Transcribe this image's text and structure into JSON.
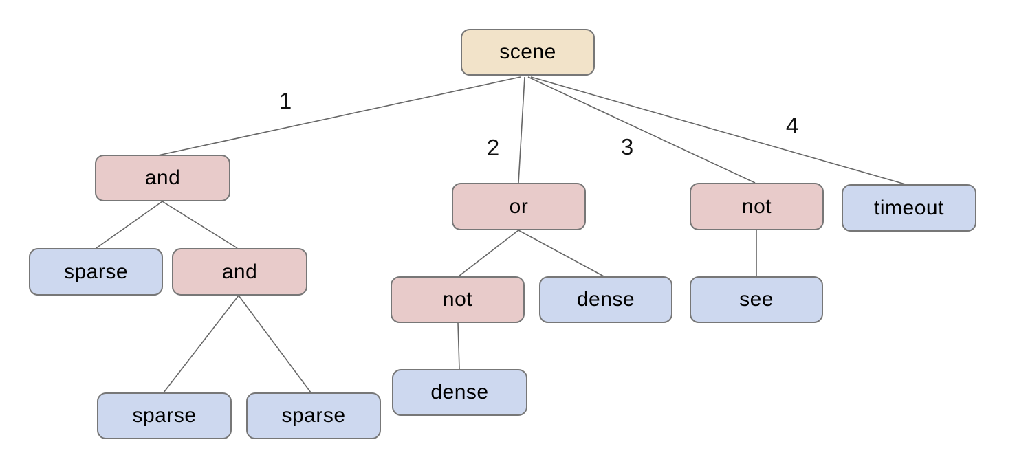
{
  "nodes": {
    "scene": "scene",
    "and1": "and",
    "sparse1": "sparse",
    "and2": "and",
    "sparse2": "sparse",
    "sparse3": "sparse",
    "or1": "or",
    "not1": "not",
    "dense1": "dense",
    "dense2": "dense",
    "not2": "not",
    "see1": "see",
    "timeout1": "timeout"
  },
  "edge_labels": {
    "e1": "1",
    "e2": "2",
    "e3": "3",
    "e4": "4"
  },
  "colors": {
    "root_fill": "#f2e3c9",
    "operator_fill": "#e8cbca",
    "leaf_fill": "#cdd8ef",
    "node_border": "#777777",
    "edge_line": "#666666",
    "text": "#000000"
  },
  "tree": {
    "label": "scene",
    "children": [
      {
        "edge": "1",
        "label": "and",
        "children": [
          {
            "label": "sparse"
          },
          {
            "label": "and",
            "children": [
              {
                "label": "sparse"
              },
              {
                "label": "sparse"
              }
            ]
          }
        ]
      },
      {
        "edge": "2",
        "label": "or",
        "children": [
          {
            "label": "not",
            "children": [
              {
                "label": "dense"
              }
            ]
          },
          {
            "label": "dense"
          }
        ]
      },
      {
        "edge": "3",
        "label": "not",
        "children": [
          {
            "label": "see"
          }
        ]
      },
      {
        "edge": "4",
        "label": "timeout"
      }
    ]
  }
}
